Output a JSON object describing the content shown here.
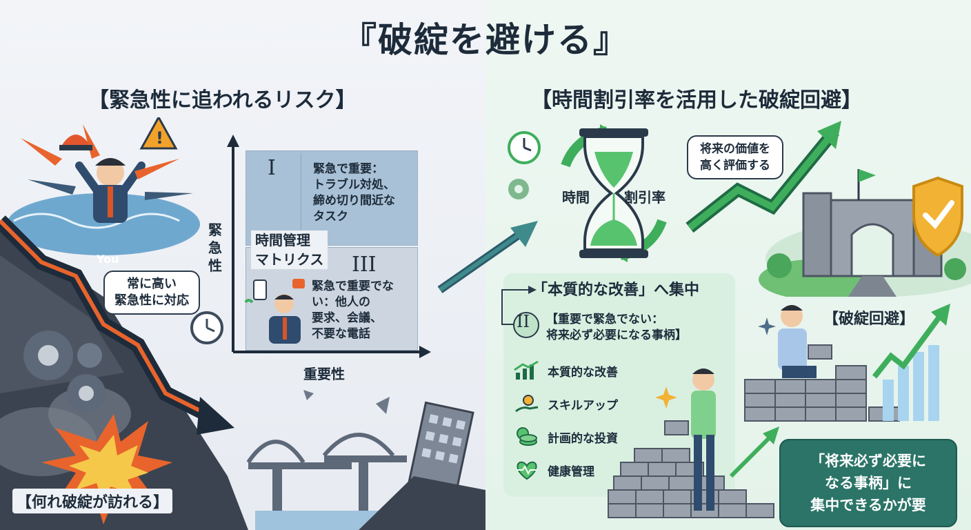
{
  "title": "『破綻を避ける』",
  "left": {
    "heading": "【緊急性に追われるリスク】",
    "you_label": "You",
    "urgency_bubble": [
      "常に高い",
      "緊急性に対応"
    ],
    "collapse_label": "【何れ破綻が訪れる】",
    "matrix": {
      "y_axis": "緊急性",
      "x_axis": "重要性",
      "center_label": [
        "時間管理",
        "マトリクス"
      ],
      "quadrant_1": {
        "numeral": "I",
        "lines": [
          "緊急で重要：",
          "トラブル対処、",
          "締め切り間近な",
          "タスク"
        ]
      },
      "quadrant_3": {
        "numeral": "III",
        "lines": [
          "緊急で重要でな",
          "い：他人の",
          "要求、会議、",
          "不要な電話"
        ]
      }
    }
  },
  "right": {
    "heading": "【時間割引率を活用した破綻回避】",
    "hourglass_left": "時間",
    "hourglass_right": "割引率",
    "future_bubble": [
      "将来の価値を",
      "高く評価する"
    ],
    "focus_title": "「本質的な改善」へ集中",
    "quadrant_2": {
      "numeral": "II",
      "lines": [
        "【重要で緊急でない：",
        "将来必ず必要になる事柄】"
      ]
    },
    "items": [
      {
        "label": "本質的な改善",
        "icon": "chart-growth-icon"
      },
      {
        "label": "スキルアップ",
        "icon": "hand-lightbulb-icon"
      },
      {
        "label": "計画的な投資",
        "icon": "coins-icon"
      },
      {
        "label": "健康管理",
        "icon": "heart-pulse-icon"
      }
    ],
    "avoid_label": "【破綻回避】",
    "conclusion": [
      "「将来必ず必要に",
      "なる事柄」に",
      "集中できるかが要"
    ]
  },
  "colors": {
    "accent_green": "#3fae5c",
    "accent_orange": "#e8642c",
    "dark_navy": "#1d2b3a",
    "teal_box": "#2b7467",
    "quadrant_blue": "#a9c1d6"
  }
}
